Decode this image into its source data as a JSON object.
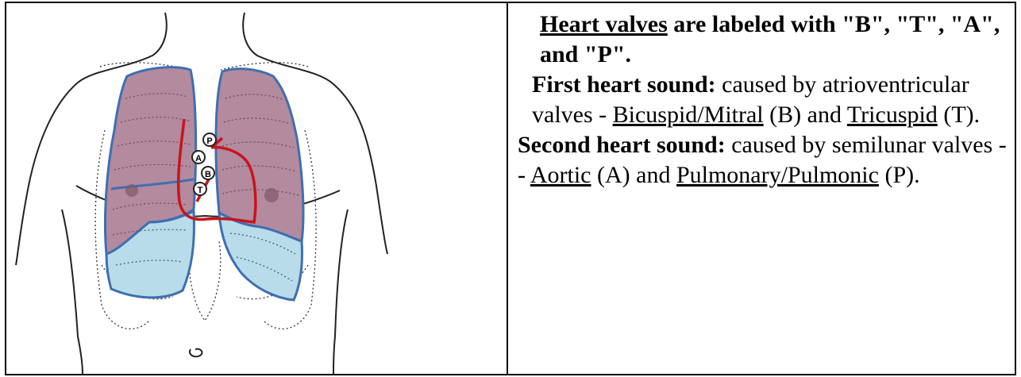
{
  "valves_heading": {
    "underlined": "Heart valves",
    "rest": " are labeled with \"B\", \"T\", \"A\", and \"P\"."
  },
  "first_sound": {
    "bold": "First heart sound:",
    "text1": " caused by atrioventricular valves - ",
    "valve1": "Bicuspid/Mitral",
    "text2": " (B) and ",
    "valve2": "Tricuspid",
    "text3": " (T)."
  },
  "second_sound": {
    "bold": "Second heart sound:",
    "text1": " caused by semilunar valves -- ",
    "valve1": "Aortic",
    "text2": " (A) and ",
    "valve2": "Pulmonary/Pulmonic",
    "text3": " (P)."
  },
  "diagram": {
    "valve_labels": [
      "P",
      "A",
      "B",
      "T"
    ],
    "colors": {
      "lung_fill": "#b48a9e",
      "lower_lobe_fill": "#b8dcea",
      "lung_outline": "#3f6fb0",
      "heart_outline": "#c8141e",
      "body_outline": "#222222"
    }
  }
}
